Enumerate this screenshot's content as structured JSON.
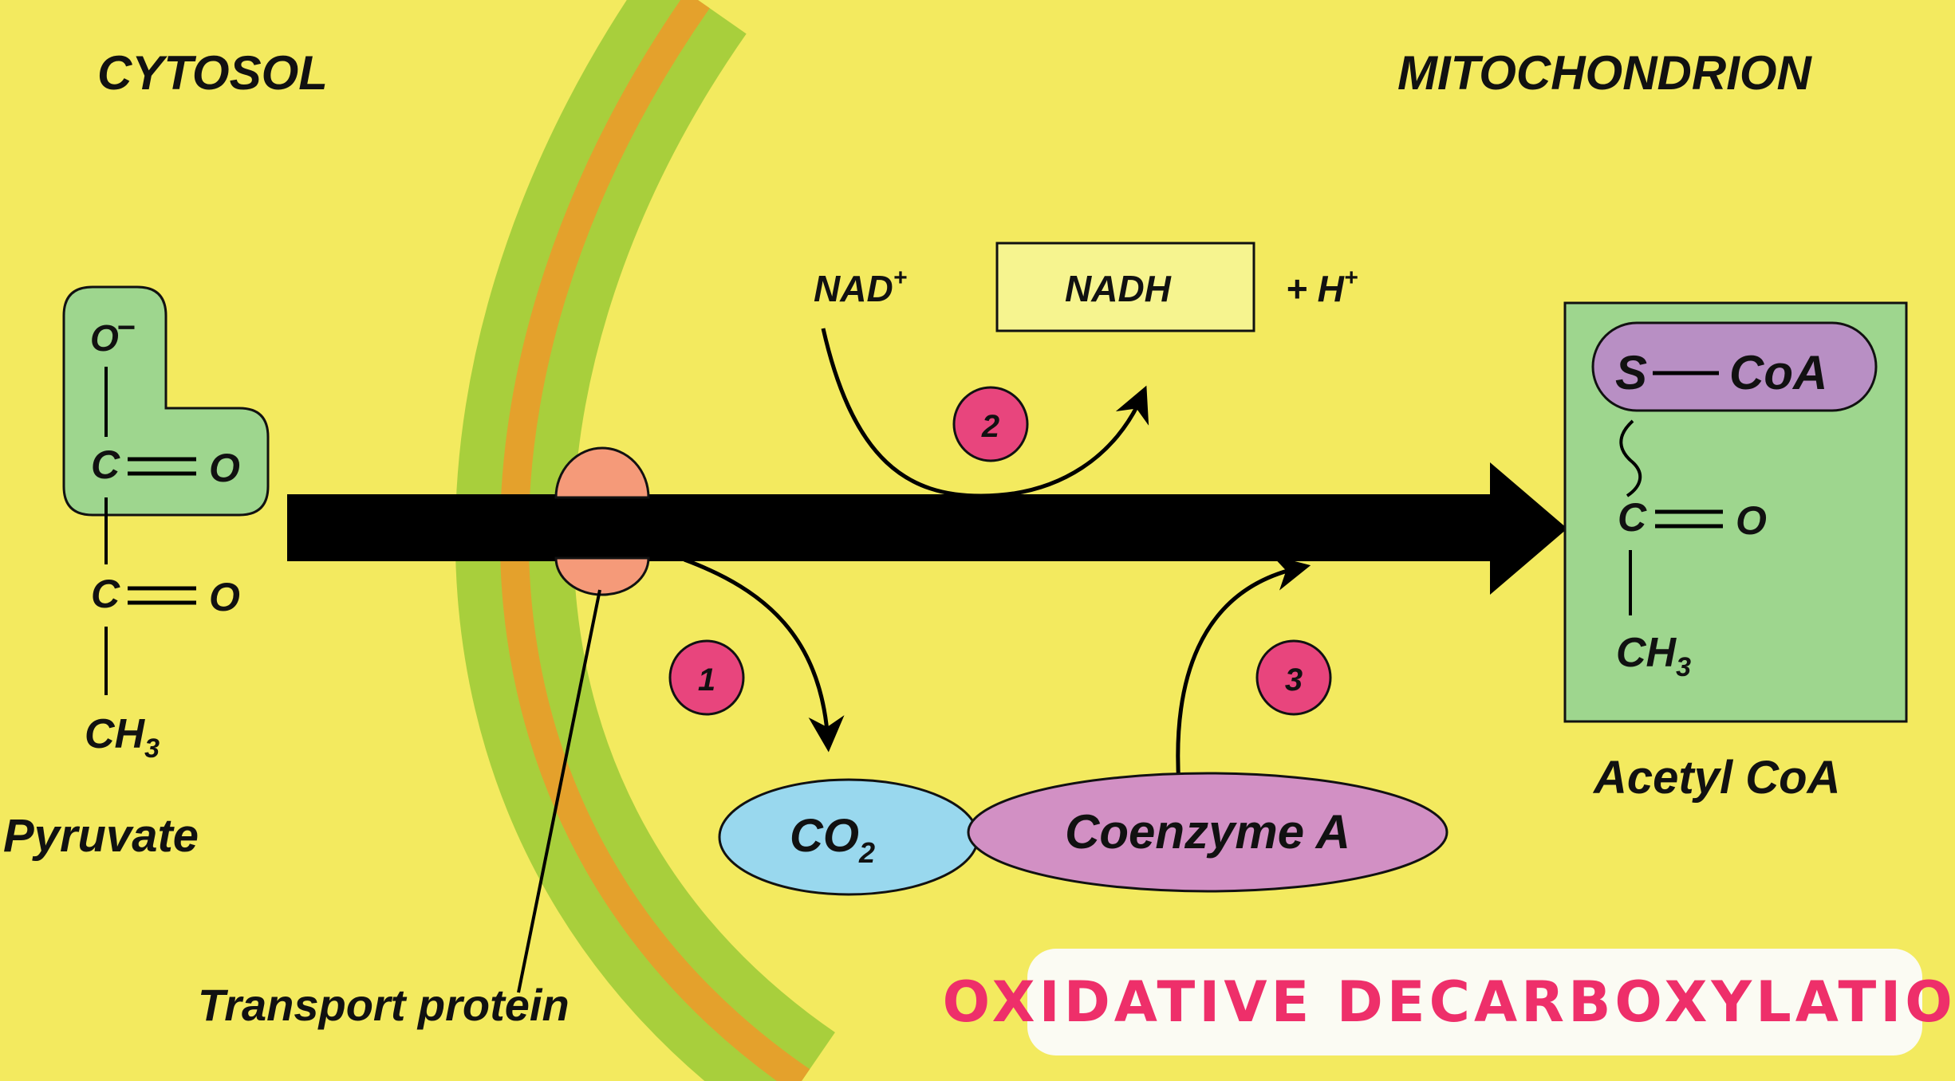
{
  "regions": {
    "cytosol": "CYTOSOL",
    "mitochondrion": "MITOCHONDRION"
  },
  "pyruvate": {
    "name": "Pyruvate",
    "o_minus": "O",
    "minus_sign": "−",
    "carbon_1": "C",
    "oxygen_1": "O",
    "carbon_2": "C",
    "oxygen_2": "O",
    "methyl": "CH",
    "methyl_subscript": "3"
  },
  "acetyl_coa": {
    "name": "Acetyl CoA",
    "sulfur": "S",
    "coa": "CoA",
    "carbon": "C",
    "oxygen": "O",
    "methyl": "CH",
    "methyl_subscript": "3"
  },
  "reactants": {
    "nad": "NAD",
    "nad_superscript": "+",
    "nadh": "NADH",
    "plus_h": "+ H",
    "h_superscript": "+",
    "co2": "CO",
    "co2_subscript": "2",
    "coenzyme_a": "Coenzyme A"
  },
  "steps": [
    "1",
    "2",
    "3"
  ],
  "transport_protein": "Transport protein",
  "title": "OXIDATIVE DECARBOXYLATION",
  "colors": {
    "background": "#f3ea5f",
    "membrane_outer": "#a8cf3c",
    "membrane_inner": "#e4a12c",
    "molecule_box": "#9ed68e",
    "coa_pill": "#b88fc4",
    "transport_protein": "#f59a79",
    "co2": "#99d8ee",
    "coenzyme_a": "#d290c4",
    "nadh_box": "#f6f48f",
    "step_circle": "#e8457d",
    "title_text": "#ee2f6a"
  }
}
